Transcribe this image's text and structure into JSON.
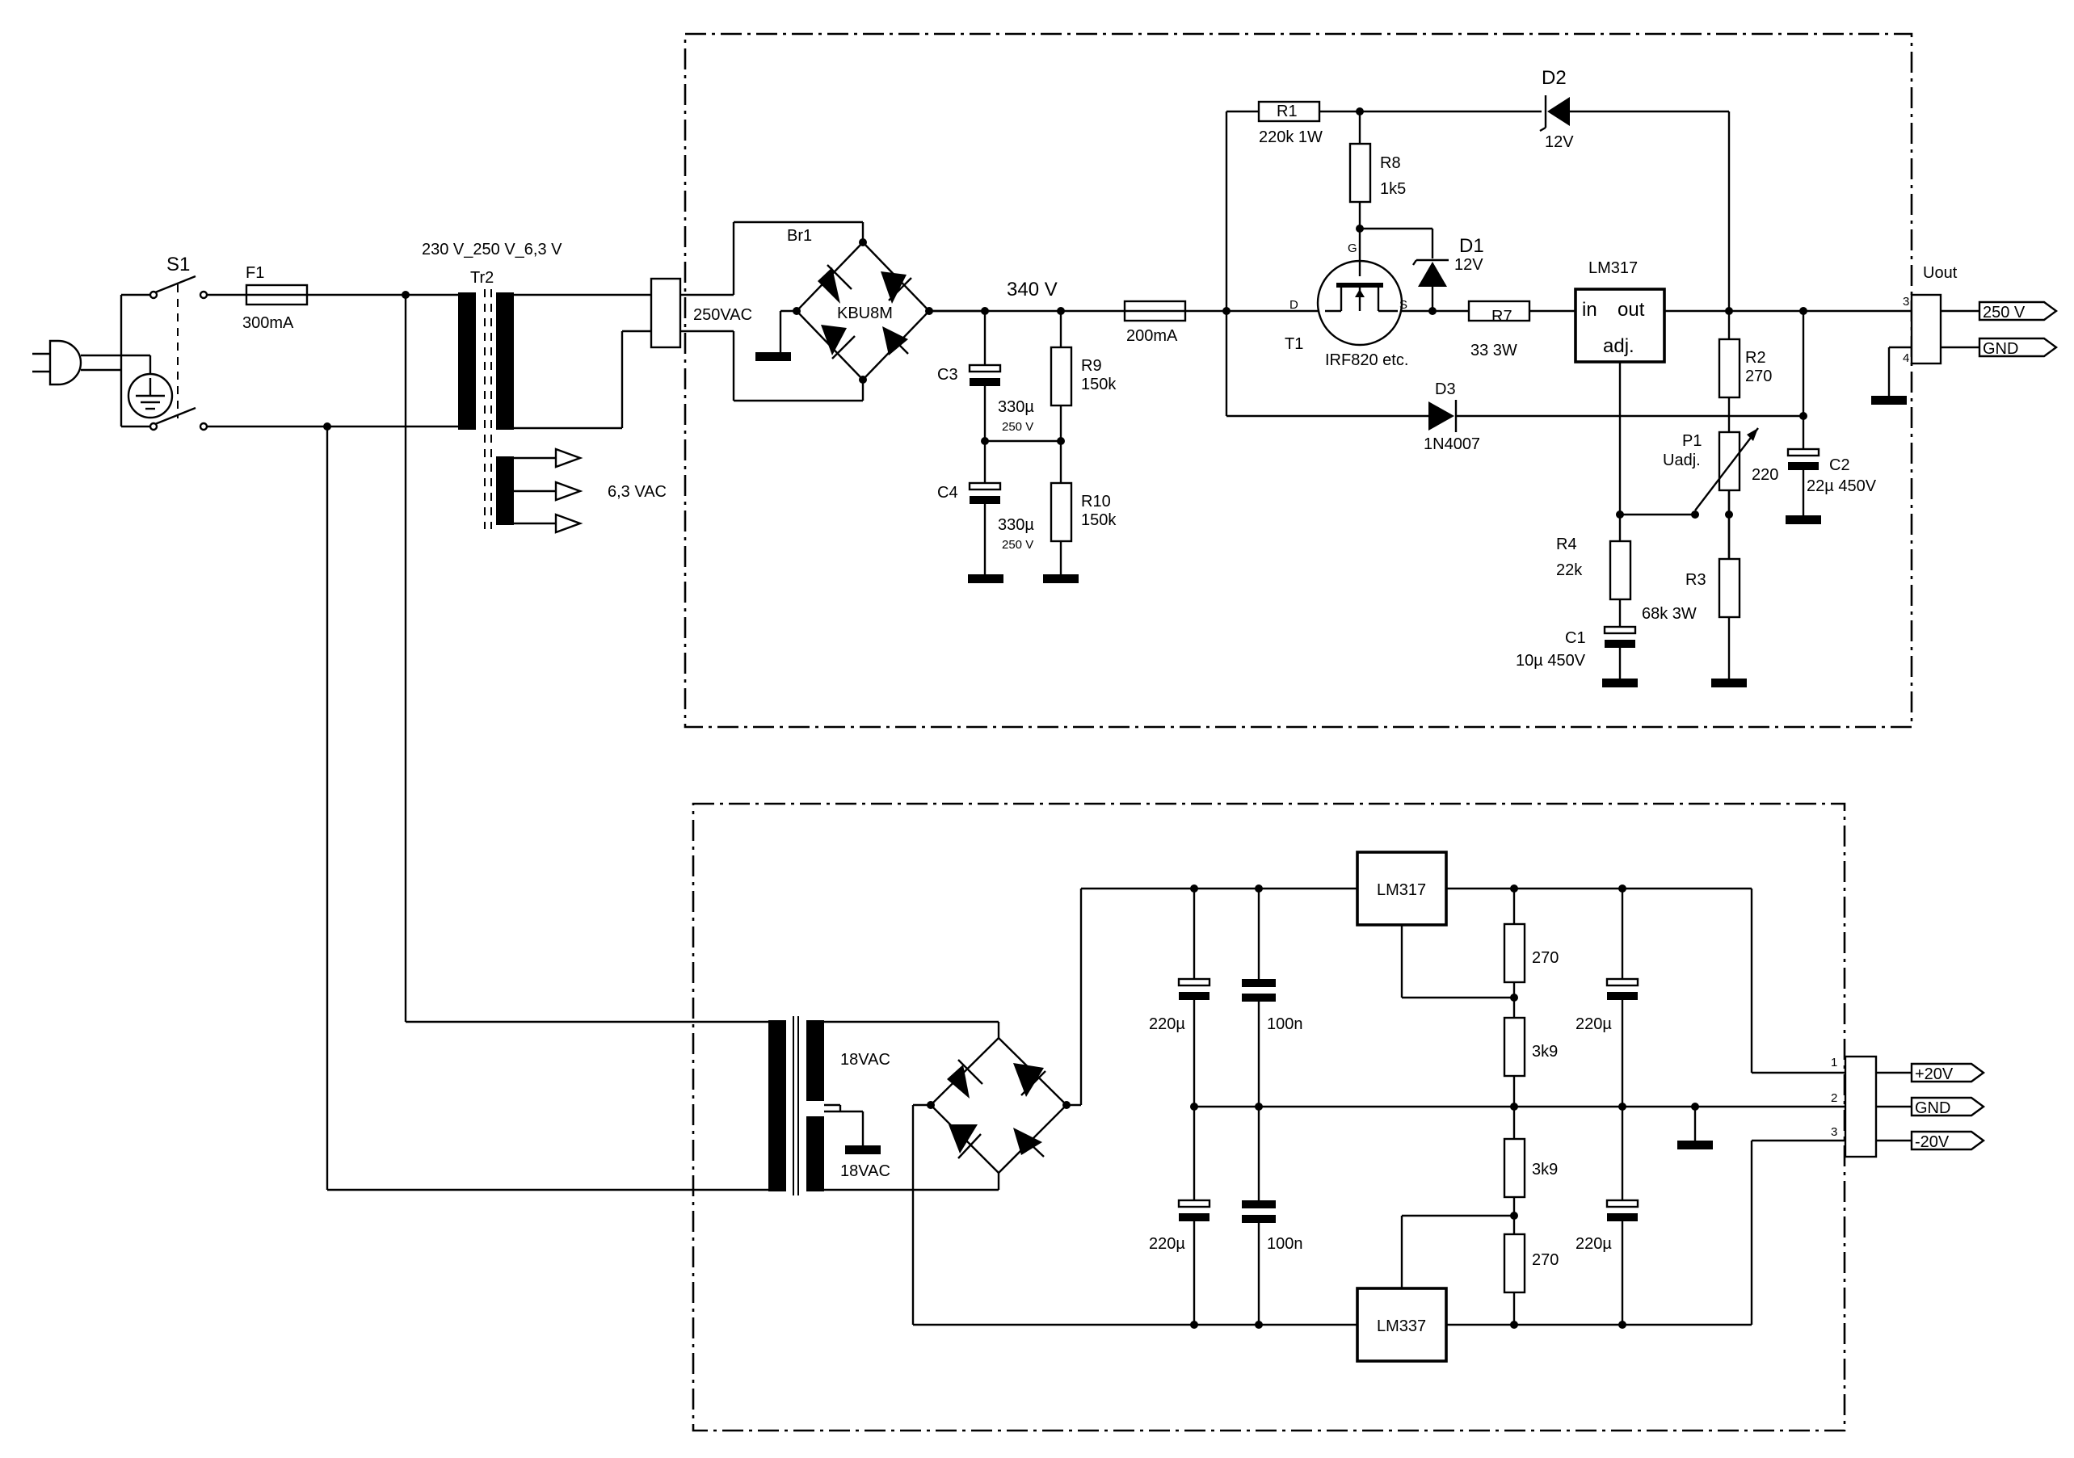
{
  "mains": {
    "switch": "S1",
    "fuse": "F1",
    "fuse_value": "300mA"
  },
  "transformer_main": {
    "voltages": "230 V_250 V_6,3 V",
    "name": "Tr2",
    "out_label": "6,3 VAC"
  },
  "hv_supply": {
    "input_label": "250VAC",
    "bridge": "Br1",
    "bridge_type": "KBU8M",
    "rail_voltage": "340 V",
    "fuse_value": "200mA",
    "c3": "C3",
    "c3_value": "330µ",
    "c3_voltage": "250 V",
    "c4": "C4",
    "c4_value": "330µ",
    "c4_voltage": "250 V",
    "r9": "R9",
    "r9_value": "150k",
    "r10": "R10",
    "r10_value": "150k",
    "r1": "R1",
    "r1_value": "220k 1W",
    "r8": "R8",
    "r8_value": "1k5",
    "d2": "D2",
    "d2_value": "12V",
    "d1": "D1",
    "d1_value": "12V",
    "t1": "T1",
    "t1_type": "IRF820 etc.",
    "pin_g": "G",
    "pin_d": "D",
    "pin_s": "S",
    "r7": "R7",
    "r7_value": "33  3W",
    "d3": "D3",
    "d3_type": "1N4007",
    "reg_name": "LM317",
    "reg_in": "in",
    "reg_out": "out",
    "reg_adj": "adj.",
    "r2": "R2",
    "r2_value": "270",
    "p1": "P1",
    "p1_label": "Uadj.",
    "p1_value": "220",
    "c2": "C2",
    "c2_value": "22µ 450V",
    "r4": "R4",
    "r4_value": "22k",
    "r3": "R3",
    "r3_value": "68k 3W",
    "c1": "C1",
    "c1_value": "10µ 450V",
    "conn_name": "Uout",
    "pin3": "3",
    "pin4": "4",
    "out_v": "250 V",
    "out_gnd": "GND"
  },
  "lv_supply": {
    "sec_upper": "18VAC",
    "sec_lower": "18VAC",
    "cap_big_1": "220µ",
    "cap_small_1": "100n",
    "cap_big_2": "220µ",
    "cap_small_2": "100n",
    "reg_pos": "LM317",
    "reg_neg": "LM337",
    "res_1": "270",
    "res_2": "3k9",
    "res_3": "3k9",
    "res_4": "270",
    "cap_out_1": "220µ",
    "cap_out_2": "220µ",
    "pin1": "1",
    "pin2": "2",
    "pin3": "3",
    "out_pos": "+20V",
    "out_gnd": "GND",
    "out_neg": "-20V"
  }
}
